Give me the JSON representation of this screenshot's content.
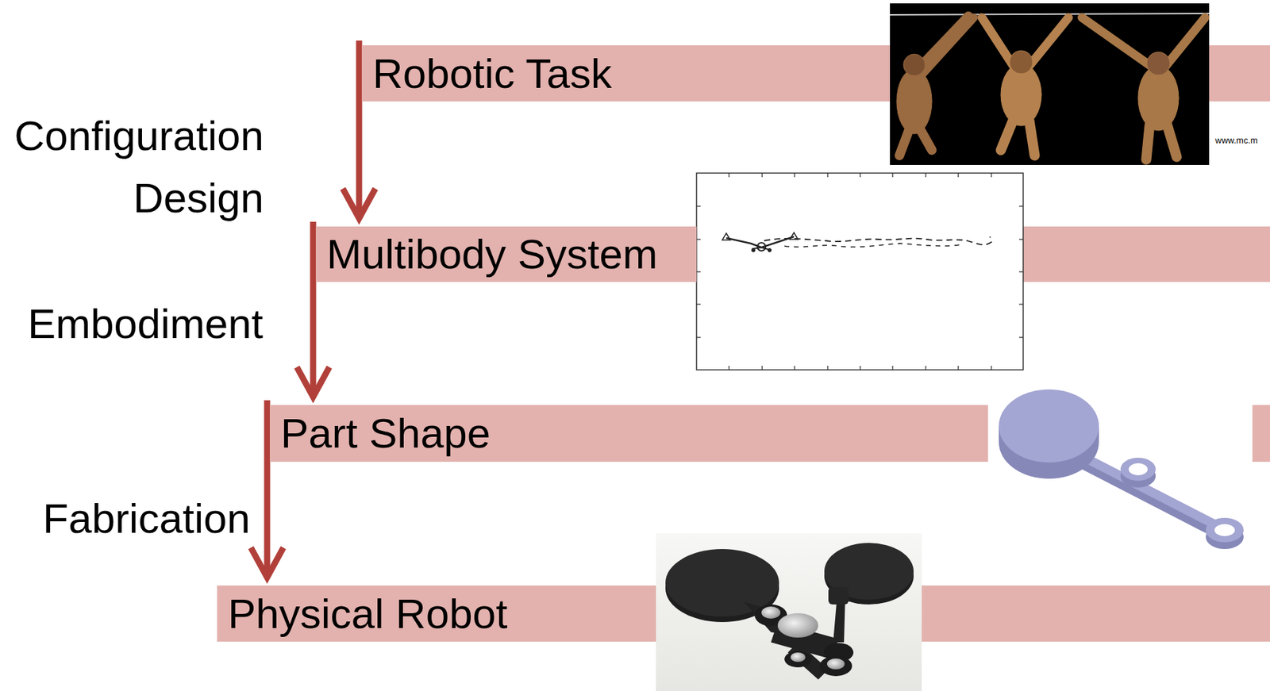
{
  "diagram": {
    "nodes": [
      {
        "text": [
          "Robotic Task"
        ]
      },
      {
        "text": [
          "Multibody System"
        ]
      },
      {
        "text": [
          "Part Shape"
        ]
      },
      {
        "text": [
          "Physical Robot"
        ]
      }
    ],
    "edges": [
      {
        "from": 0,
        "to": 1,
        "arrow": "to",
        "label": "Configuration Design"
      },
      {
        "from": 1,
        "to": 2,
        "arrow": "to",
        "label": "Embodiment"
      },
      {
        "from": 2,
        "to": 3,
        "arrow": "to",
        "label": "Fabrication"
      }
    ],
    "labels": [
      "www.mc.m"
    ]
  }
}
